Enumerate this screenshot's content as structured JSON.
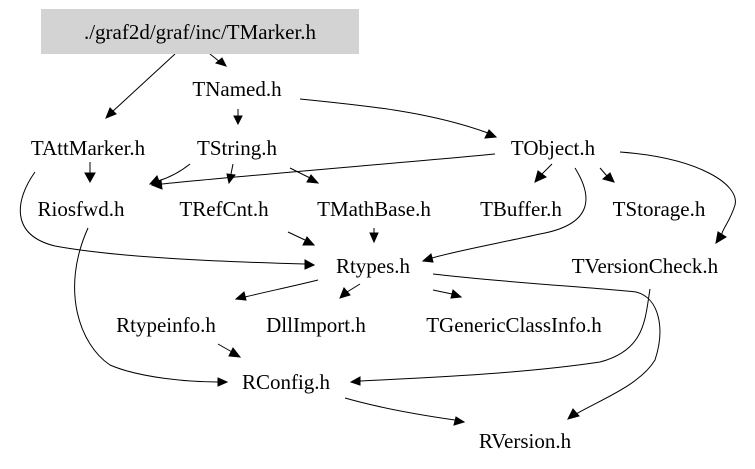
{
  "nodes": {
    "root": {
      "label": "./graf2d/graf/inc/TMarker.h",
      "fill": "#d3d3d3"
    },
    "tnamed": {
      "label": "TNamed.h"
    },
    "tattmarker": {
      "label": "TAttMarker.h"
    },
    "tstring": {
      "label": "TString.h"
    },
    "tobject": {
      "label": "TObject.h"
    },
    "riosfwd": {
      "label": "Riosfwd.h"
    },
    "trefcnt": {
      "label": "TRefCnt.h"
    },
    "tmathbase": {
      "label": "TMathBase.h"
    },
    "tbuffer": {
      "label": "TBuffer.h"
    },
    "tstorage": {
      "label": "TStorage.h"
    },
    "rtypes": {
      "label": "Rtypes.h"
    },
    "tversioncheck": {
      "label": "TVersionCheck.h"
    },
    "rtypeinfo": {
      "label": "Rtypeinfo.h"
    },
    "dllimport": {
      "label": "DllImport.h"
    },
    "tgenericclassinfo": {
      "label": "TGenericClassInfo.h"
    },
    "rconfig": {
      "label": "RConfig.h"
    },
    "rversion": {
      "label": "RVersion.h"
    }
  },
  "colors": {
    "edge": "#000000",
    "text": "#000000",
    "root_fill": "#d3d3d3",
    "background": "#ffffff"
  }
}
